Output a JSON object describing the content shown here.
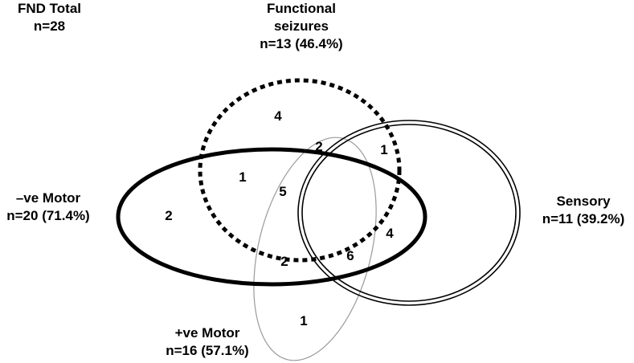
{
  "total": {
    "line1": "FND Total",
    "line2": "n=28"
  },
  "sets": {
    "functional_seizures": {
      "line1": "Functional",
      "line2": "seizures",
      "line3": "n=13 (46.4%)"
    },
    "negative_motor": {
      "line1": "–ve Motor",
      "line2": "n=20 (71.4%)"
    },
    "sensory": {
      "line1": "Sensory",
      "line2": "n=11 (39.2%)"
    },
    "positive_motor": {
      "line1": "+ve Motor",
      "line2": "n=16 (57.1%)"
    }
  },
  "regions": {
    "fs_only": "4",
    "fs_posmotor_sensory": "2",
    "fs_sensory": "1",
    "negmotor_fs": "1",
    "negmotor_fs_posmotor": "5",
    "negmotor_only": "2",
    "sensory_only": "4",
    "negmotor_posmotor": "2",
    "negmotor_posmotor_sensory": "6",
    "posmotor_only": "1"
  }
}
